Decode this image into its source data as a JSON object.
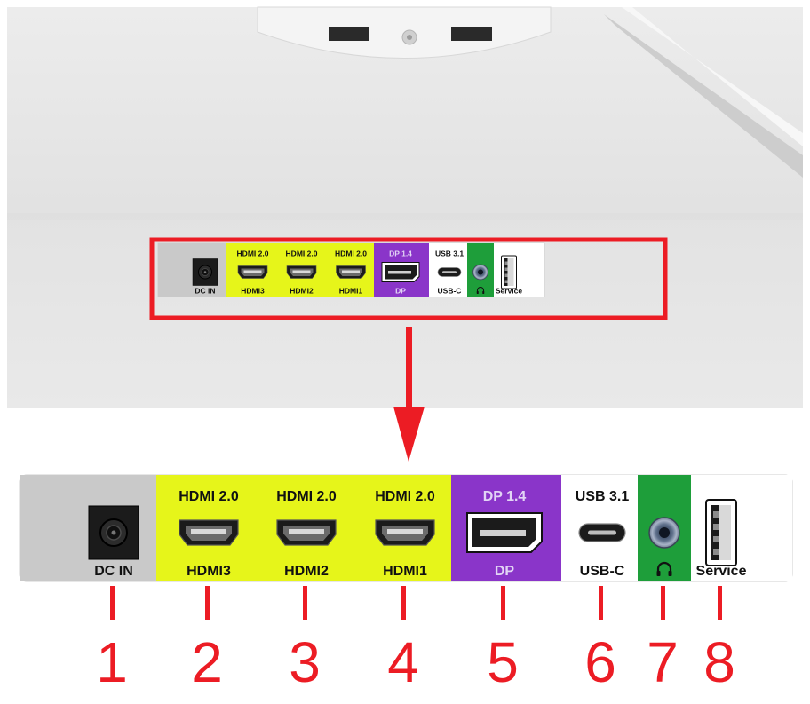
{
  "colors": {
    "background": "#ffffff",
    "monitor_back": "#e6e6e6",
    "highlight": "#ec1c24",
    "dc_section": "#c9c9c9",
    "hdmi_section": "#e6f51a",
    "dp_section": "#8a35c9",
    "usbc_section": "#ffffff",
    "audio_section": "#1e9e3a",
    "service_section": "#ffffff",
    "number_color": "#ec1c24"
  },
  "ports": [
    {
      "id": "dc-in",
      "top": "",
      "bottom": "DC IN",
      "number": "1",
      "section": "dc",
      "icon": "dc-power-jack-icon"
    },
    {
      "id": "hdmi3",
      "top": "HDMI 2.0",
      "bottom": "HDMI3",
      "number": "2",
      "section": "hdmi",
      "icon": "hdmi-port-icon"
    },
    {
      "id": "hdmi2",
      "top": "HDMI 2.0",
      "bottom": "HDMI2",
      "number": "3",
      "section": "hdmi",
      "icon": "hdmi-port-icon"
    },
    {
      "id": "hdmi1",
      "top": "HDMI 2.0",
      "bottom": "HDMI1",
      "number": "4",
      "section": "hdmi",
      "icon": "hdmi-port-icon"
    },
    {
      "id": "dp",
      "top": "DP 1.4",
      "bottom": "DP",
      "number": "5",
      "section": "dp",
      "icon": "displayport-icon"
    },
    {
      "id": "usbc",
      "top": "USB 3.1",
      "bottom": "USB-C",
      "number": "6",
      "section": "usbc",
      "icon": "usb-c-port-icon"
    },
    {
      "id": "audio",
      "top": "",
      "bottom": "",
      "number": "7",
      "section": "audio",
      "icon": "headphone-jack-icon",
      "bottom_icon": "headphones-icon"
    },
    {
      "id": "service",
      "top": "",
      "bottom": "Service",
      "number": "8",
      "section": "service",
      "icon": "usb-a-port-icon"
    }
  ]
}
